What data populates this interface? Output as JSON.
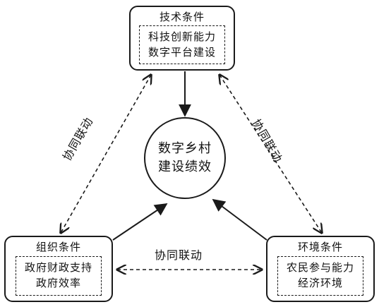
{
  "diagram": {
    "center": {
      "line1": "数字乡村",
      "line2": "建设绩效"
    },
    "nodes": {
      "tech": {
        "title": "技术条件",
        "items": [
          "科技创新能力",
          "数字平台建设"
        ]
      },
      "org": {
        "title": "组织条件",
        "items": [
          "政府财政支持",
          "政府效率"
        ]
      },
      "env": {
        "title": "环境条件",
        "items": [
          "农民参与能力",
          "经济环境"
        ]
      }
    },
    "links": {
      "left_label": "协同联动",
      "right_label": "协同联动",
      "bottom_label": "协同联动"
    }
  }
}
